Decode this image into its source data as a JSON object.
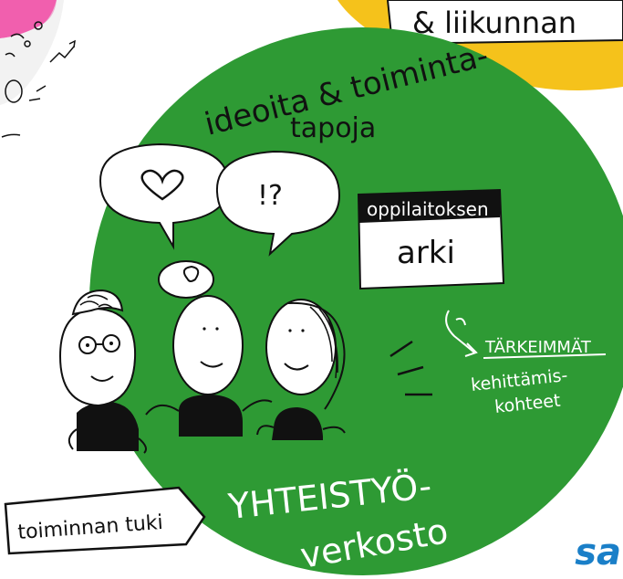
{
  "colors": {
    "green_circle": "#2e9a34",
    "yellow_blob": "#f5c21b",
    "pink_blob": "#f15fae",
    "brand_blue": "#1a7fc8",
    "black": "#111111",
    "white": "#ffffff"
  },
  "top_banner": {
    "text": "& liikunnan"
  },
  "circle_title": {
    "line1": "ideoita & toiminta-",
    "line2": "tapoja"
  },
  "speech_bubbles": {
    "left": {
      "icon": "heart-icon"
    },
    "right": {
      "text": "!?"
    }
  },
  "school_card": {
    "header": "oppilaitoksen",
    "body": "arki"
  },
  "priorities": {
    "heading": "TÄRKEIMMÄT",
    "line1": "kehittämis-",
    "line2": "kohteet"
  },
  "network_label": {
    "line1": "YHTEISTYÖ-",
    "line2": "verkosto"
  },
  "support_tag": {
    "text": "toiminnan tuki"
  },
  "brand_partial": {
    "text": "sa"
  }
}
